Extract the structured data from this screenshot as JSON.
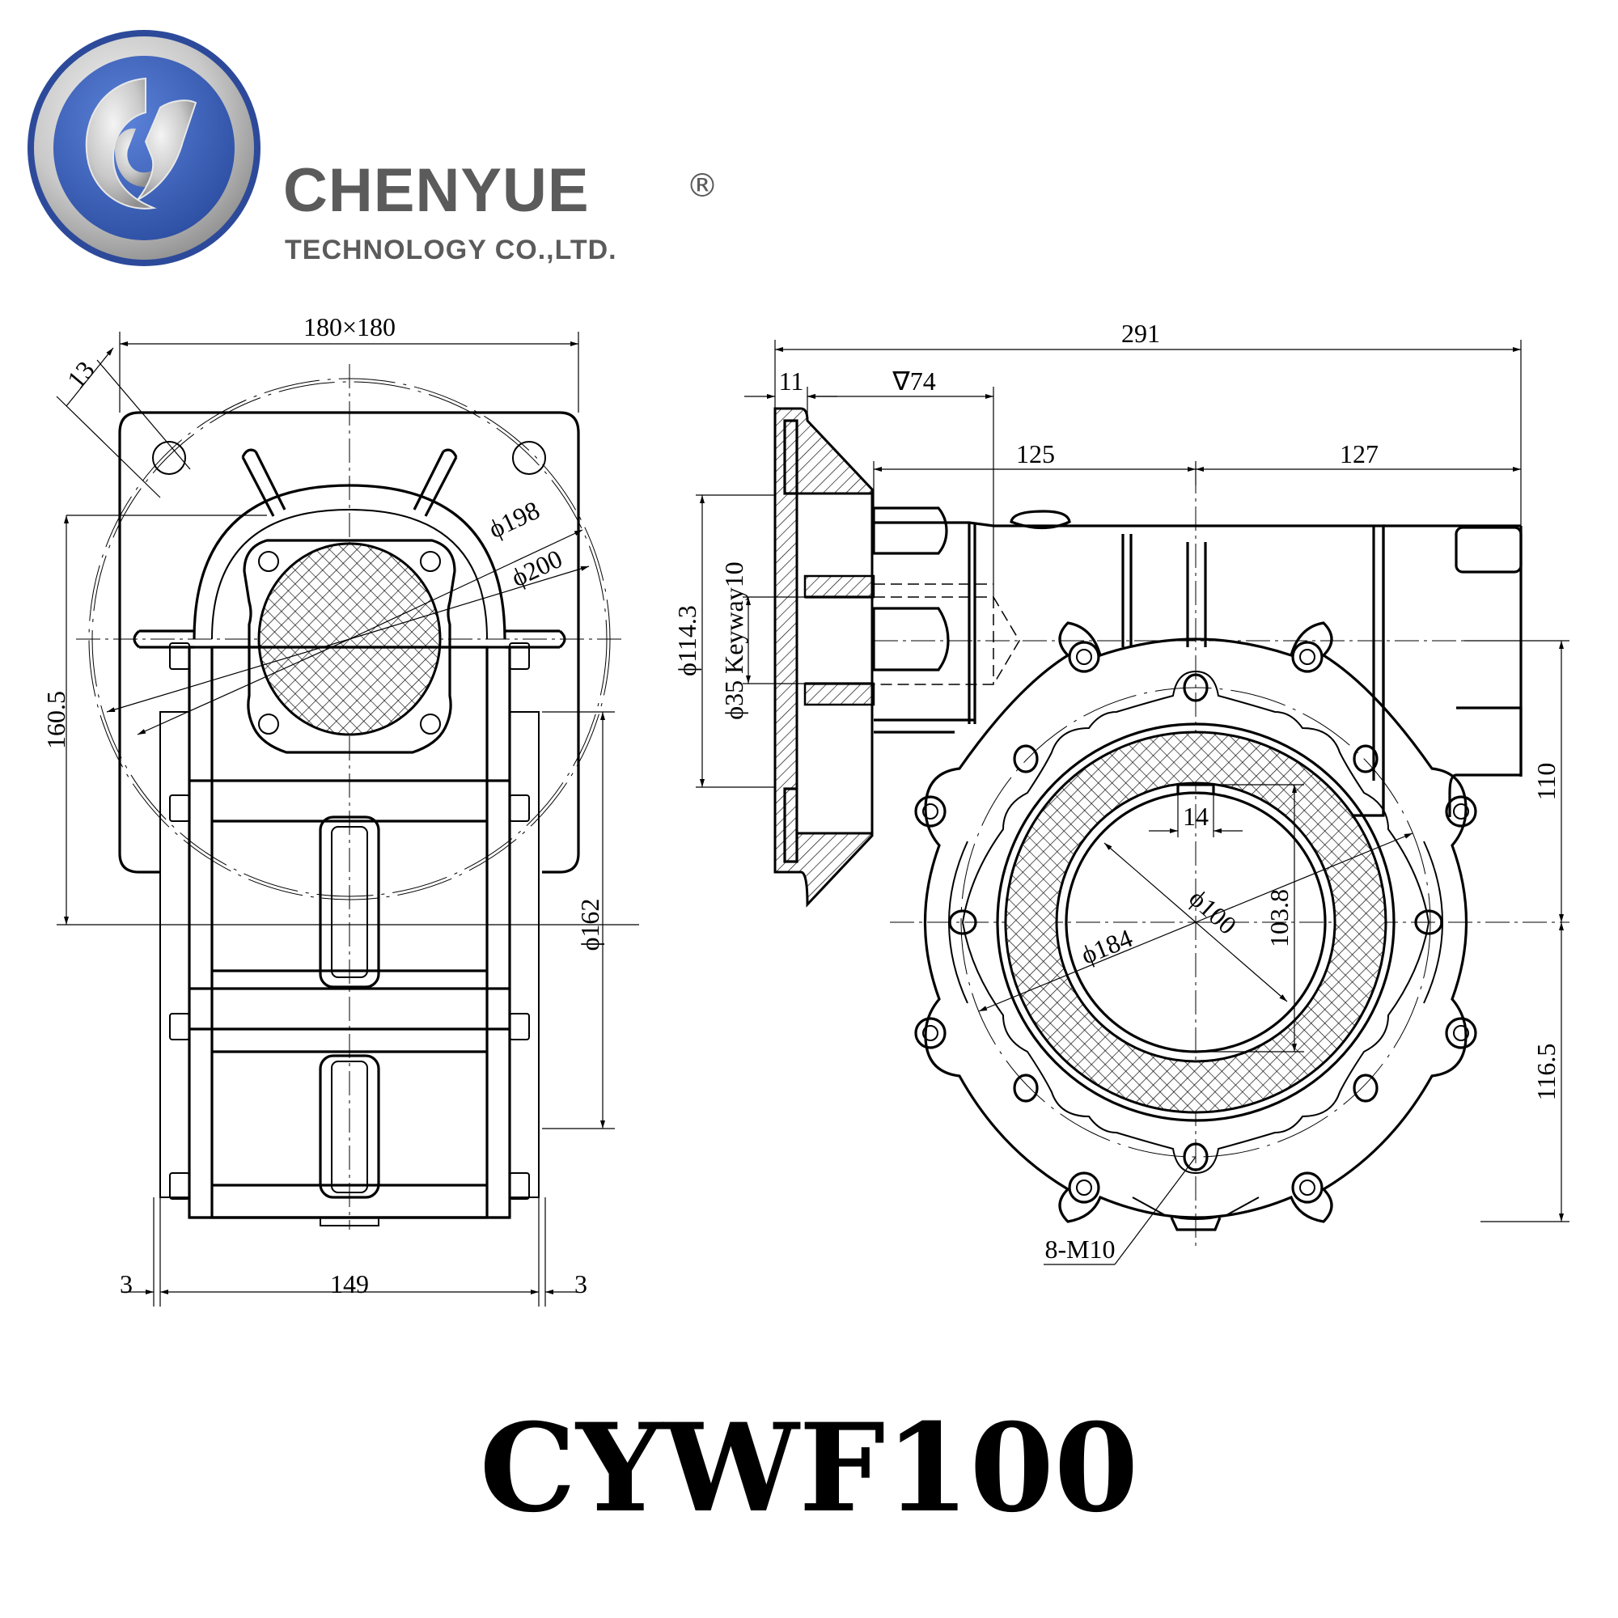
{
  "header": {
    "company_name": "CHENYUE",
    "registered_mark": "®",
    "company_subtitle": "TECHNOLOGY CO.,LTD.",
    "logo_icon": "cy-monogram-logo",
    "brand_colors": {
      "logo_blue": "#3a5fb5",
      "logo_silver": "#c8c8c8",
      "text_gray": "#5b5b5b"
    }
  },
  "model": "CYWF100",
  "front_view": {
    "dimensions": {
      "flange_square": "180×180",
      "hole_offset": "13",
      "bolt_circle_1": "ϕ198",
      "bolt_circle_2": "ϕ200",
      "center_height": "160.5",
      "pilot_diameter": "ϕ162",
      "body_width": "149",
      "left_offset": "3",
      "right_offset": "3"
    }
  },
  "side_view": {
    "dimensions": {
      "overall_length": "291",
      "flange_thickness": "11",
      "bore_depth": "∇74",
      "input_to_center": "125",
      "center_to_end": "127",
      "spigot_diameter": "ϕ114.3",
      "input_bore": "ϕ35 Keyway10",
      "upper_height": "110",
      "lower_height": "116.5",
      "output_keyway": "14",
      "output_key_height": "103.8",
      "output_bore": "ϕ100",
      "output_pcd": "ϕ184",
      "mounting_holes": "8-M10"
    }
  }
}
